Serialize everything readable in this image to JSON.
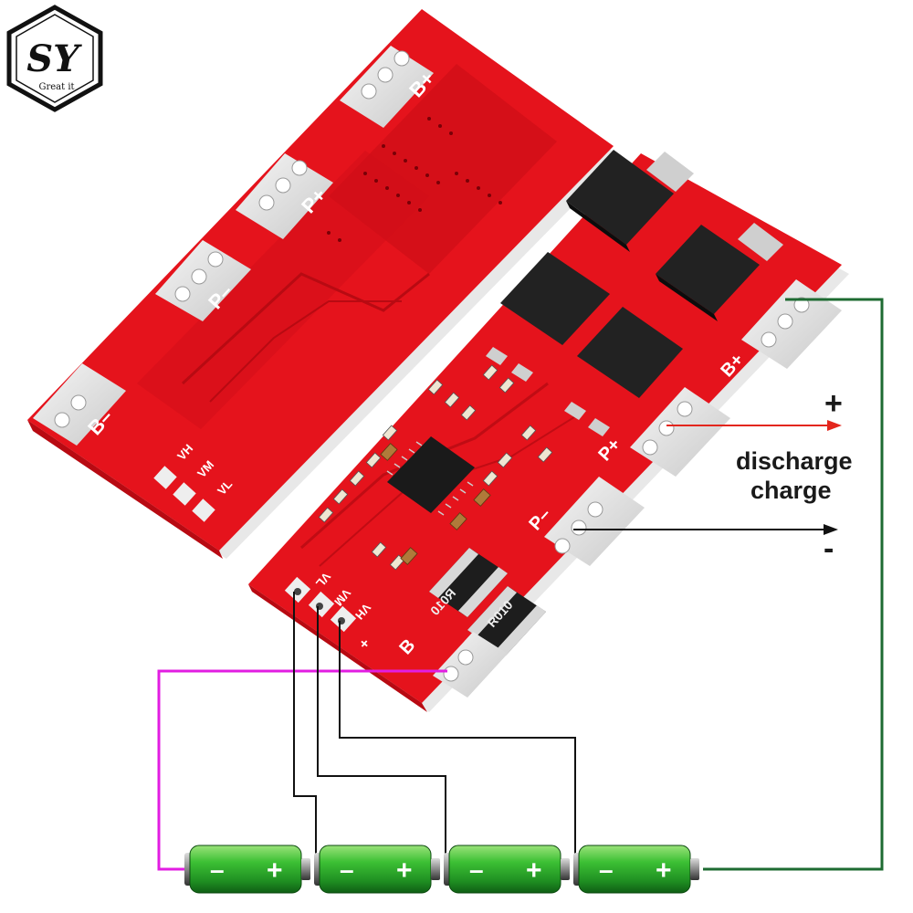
{
  "logo": {
    "letters": "SY",
    "tagline": "Great it"
  },
  "back_board": {
    "pad_labels": [
      "B+",
      "P+",
      "P–",
      "B–"
    ],
    "sense_labels": [
      "VH",
      "VM",
      "VL"
    ]
  },
  "front_board": {
    "pad_labels": [
      "B+",
      "P+",
      "P–",
      "B"
    ],
    "sense_labels": [
      "VH",
      "VM",
      "VL",
      "+"
    ],
    "resistor_labels": [
      "R010",
      "R010"
    ]
  },
  "wiring": {
    "plus_sign": "+",
    "minus_sign": "-",
    "discharge_label": "discharge",
    "charge_label": "charge",
    "colors": {
      "plus_arrow": "#e3261d",
      "minus_arrow": "#111111",
      "b_plus_wire": "#1e6b32",
      "b_minus_wire": "#e21de2"
    }
  },
  "batteries": [
    {
      "minus": "–",
      "plus": "+"
    },
    {
      "minus": "–",
      "plus": "+"
    },
    {
      "minus": "–",
      "plus": "+"
    },
    {
      "minus": "–",
      "plus": "+"
    }
  ],
  "colors": {
    "pcb": "#e5131c",
    "pcb_dark": "#c00c14",
    "pad": "#e8e8e8",
    "battery": "#2fae2a"
  }
}
